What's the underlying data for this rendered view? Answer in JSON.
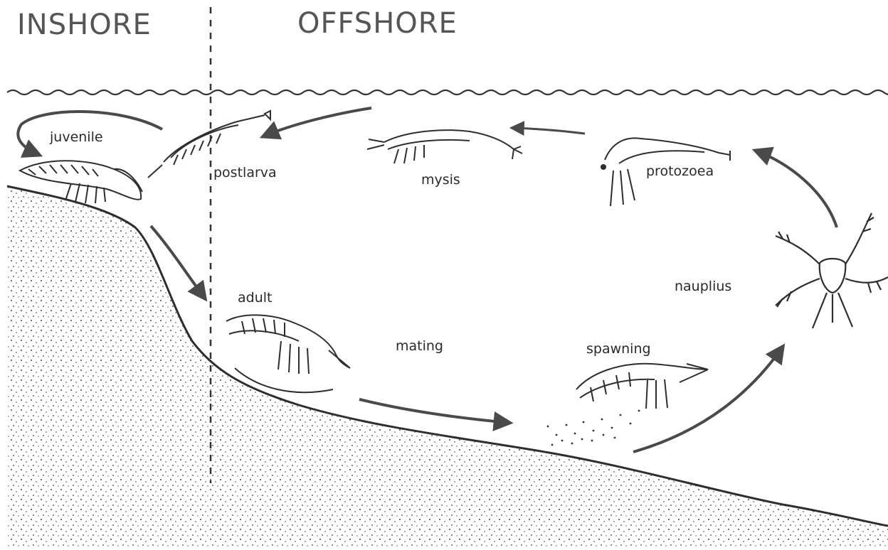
{
  "zones": {
    "inshore": "INSHORE",
    "offshore": "OFFSHORE"
  },
  "stages": {
    "juvenile": "juvenile",
    "postlarva": "postlarva",
    "mysis": "mysis",
    "protozoea": "protozoea",
    "nauplius": "nauplius",
    "adult": "adult",
    "mating": "mating",
    "spawning": "spawning"
  },
  "colors": {
    "ink": "#2e2e2e",
    "arrow": "#4a4a4a",
    "title": "#555555",
    "background": "#ffffff"
  }
}
